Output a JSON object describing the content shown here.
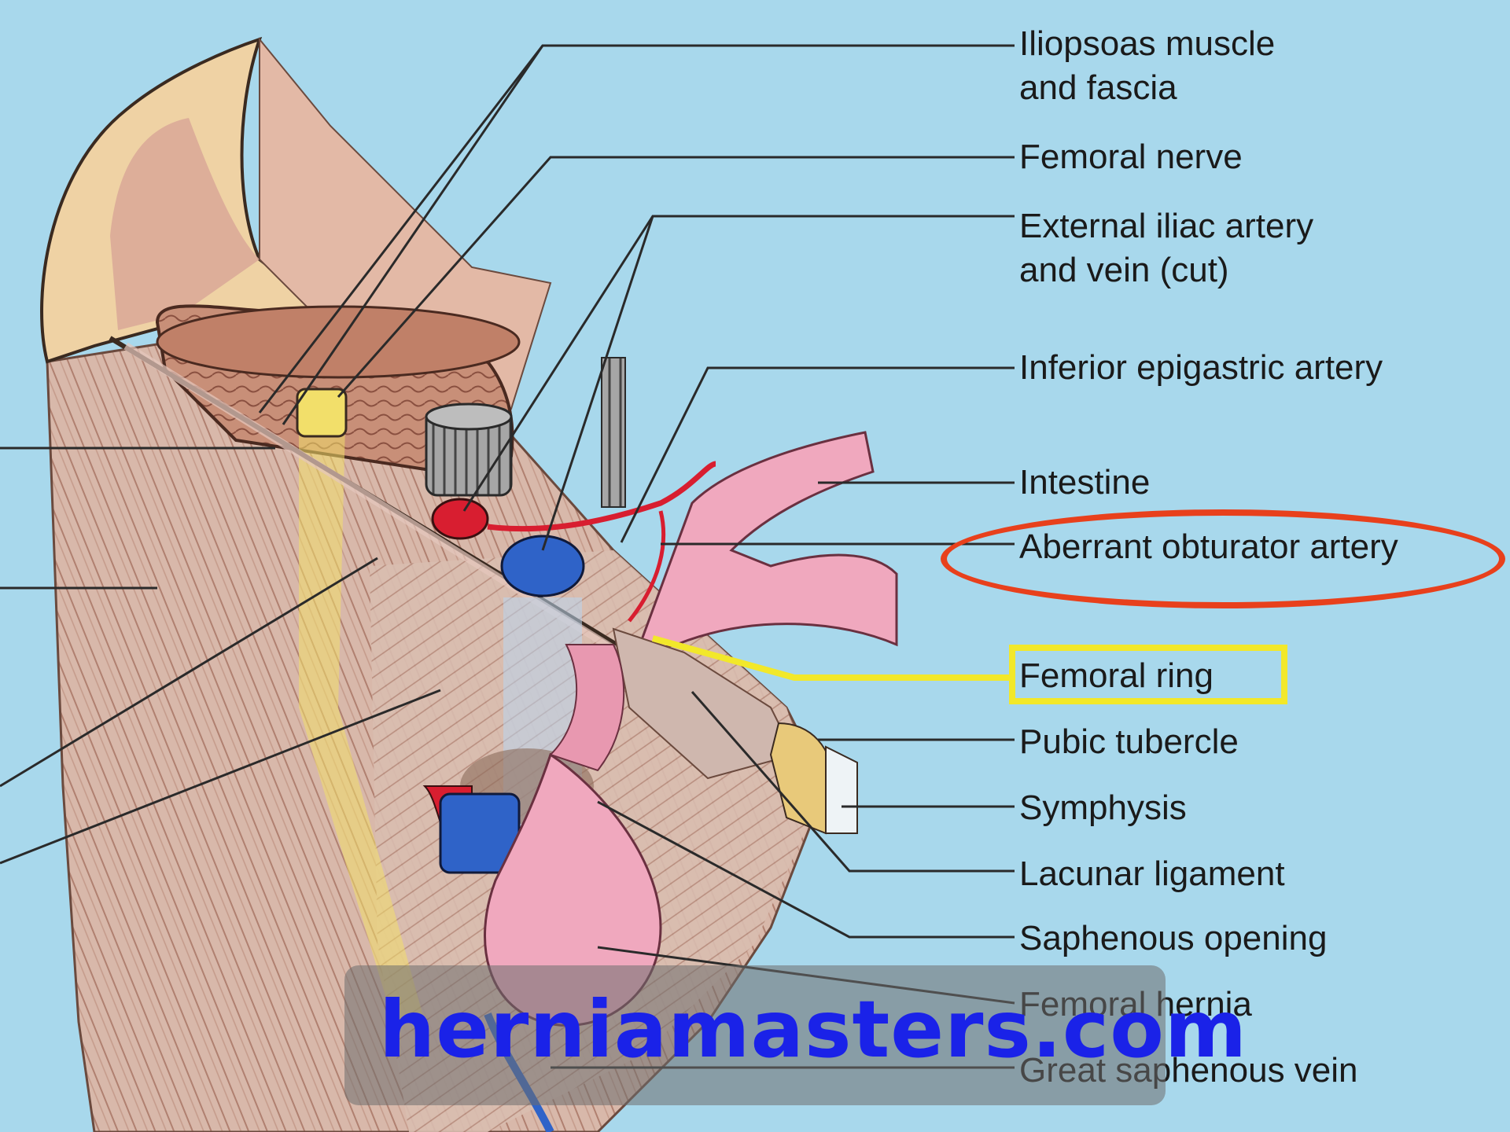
{
  "labels": {
    "iliopsoas_line1": "Iliopsoas muscle",
    "iliopsoas_line2": "and fascia",
    "femoral_nerve": "Femoral nerve",
    "ext_iliac_line1": "External iliac artery",
    "ext_iliac_line2": "and vein (cut)",
    "inf_epigastric": "Inferior epigastric artery",
    "intestine": "Intestine",
    "aberrant_obturator": "Aberrant obturator artery",
    "femoral_ring": "Femoral ring",
    "pubic_tubercle": "Pubic tubercle",
    "symphysis": "Symphysis",
    "lacunar_ligament": "Lacunar ligament",
    "saphenous_opening": "Saphenous opening",
    "femoral_hernia": "Femoral hernia",
    "great_saphenous_vein": "Great saphenous vein"
  },
  "watermark": "herniamasters.com",
  "colors": {
    "background": "#a8d8ec",
    "highlight_ellipse": "#e8401c",
    "highlight_box": "#f2e82a",
    "watermark": "#1a22e8",
    "artery": "#d81e30",
    "vein": "#2f63c8",
    "hernia": "#f0a8be",
    "nerve": "#f2df6a"
  }
}
